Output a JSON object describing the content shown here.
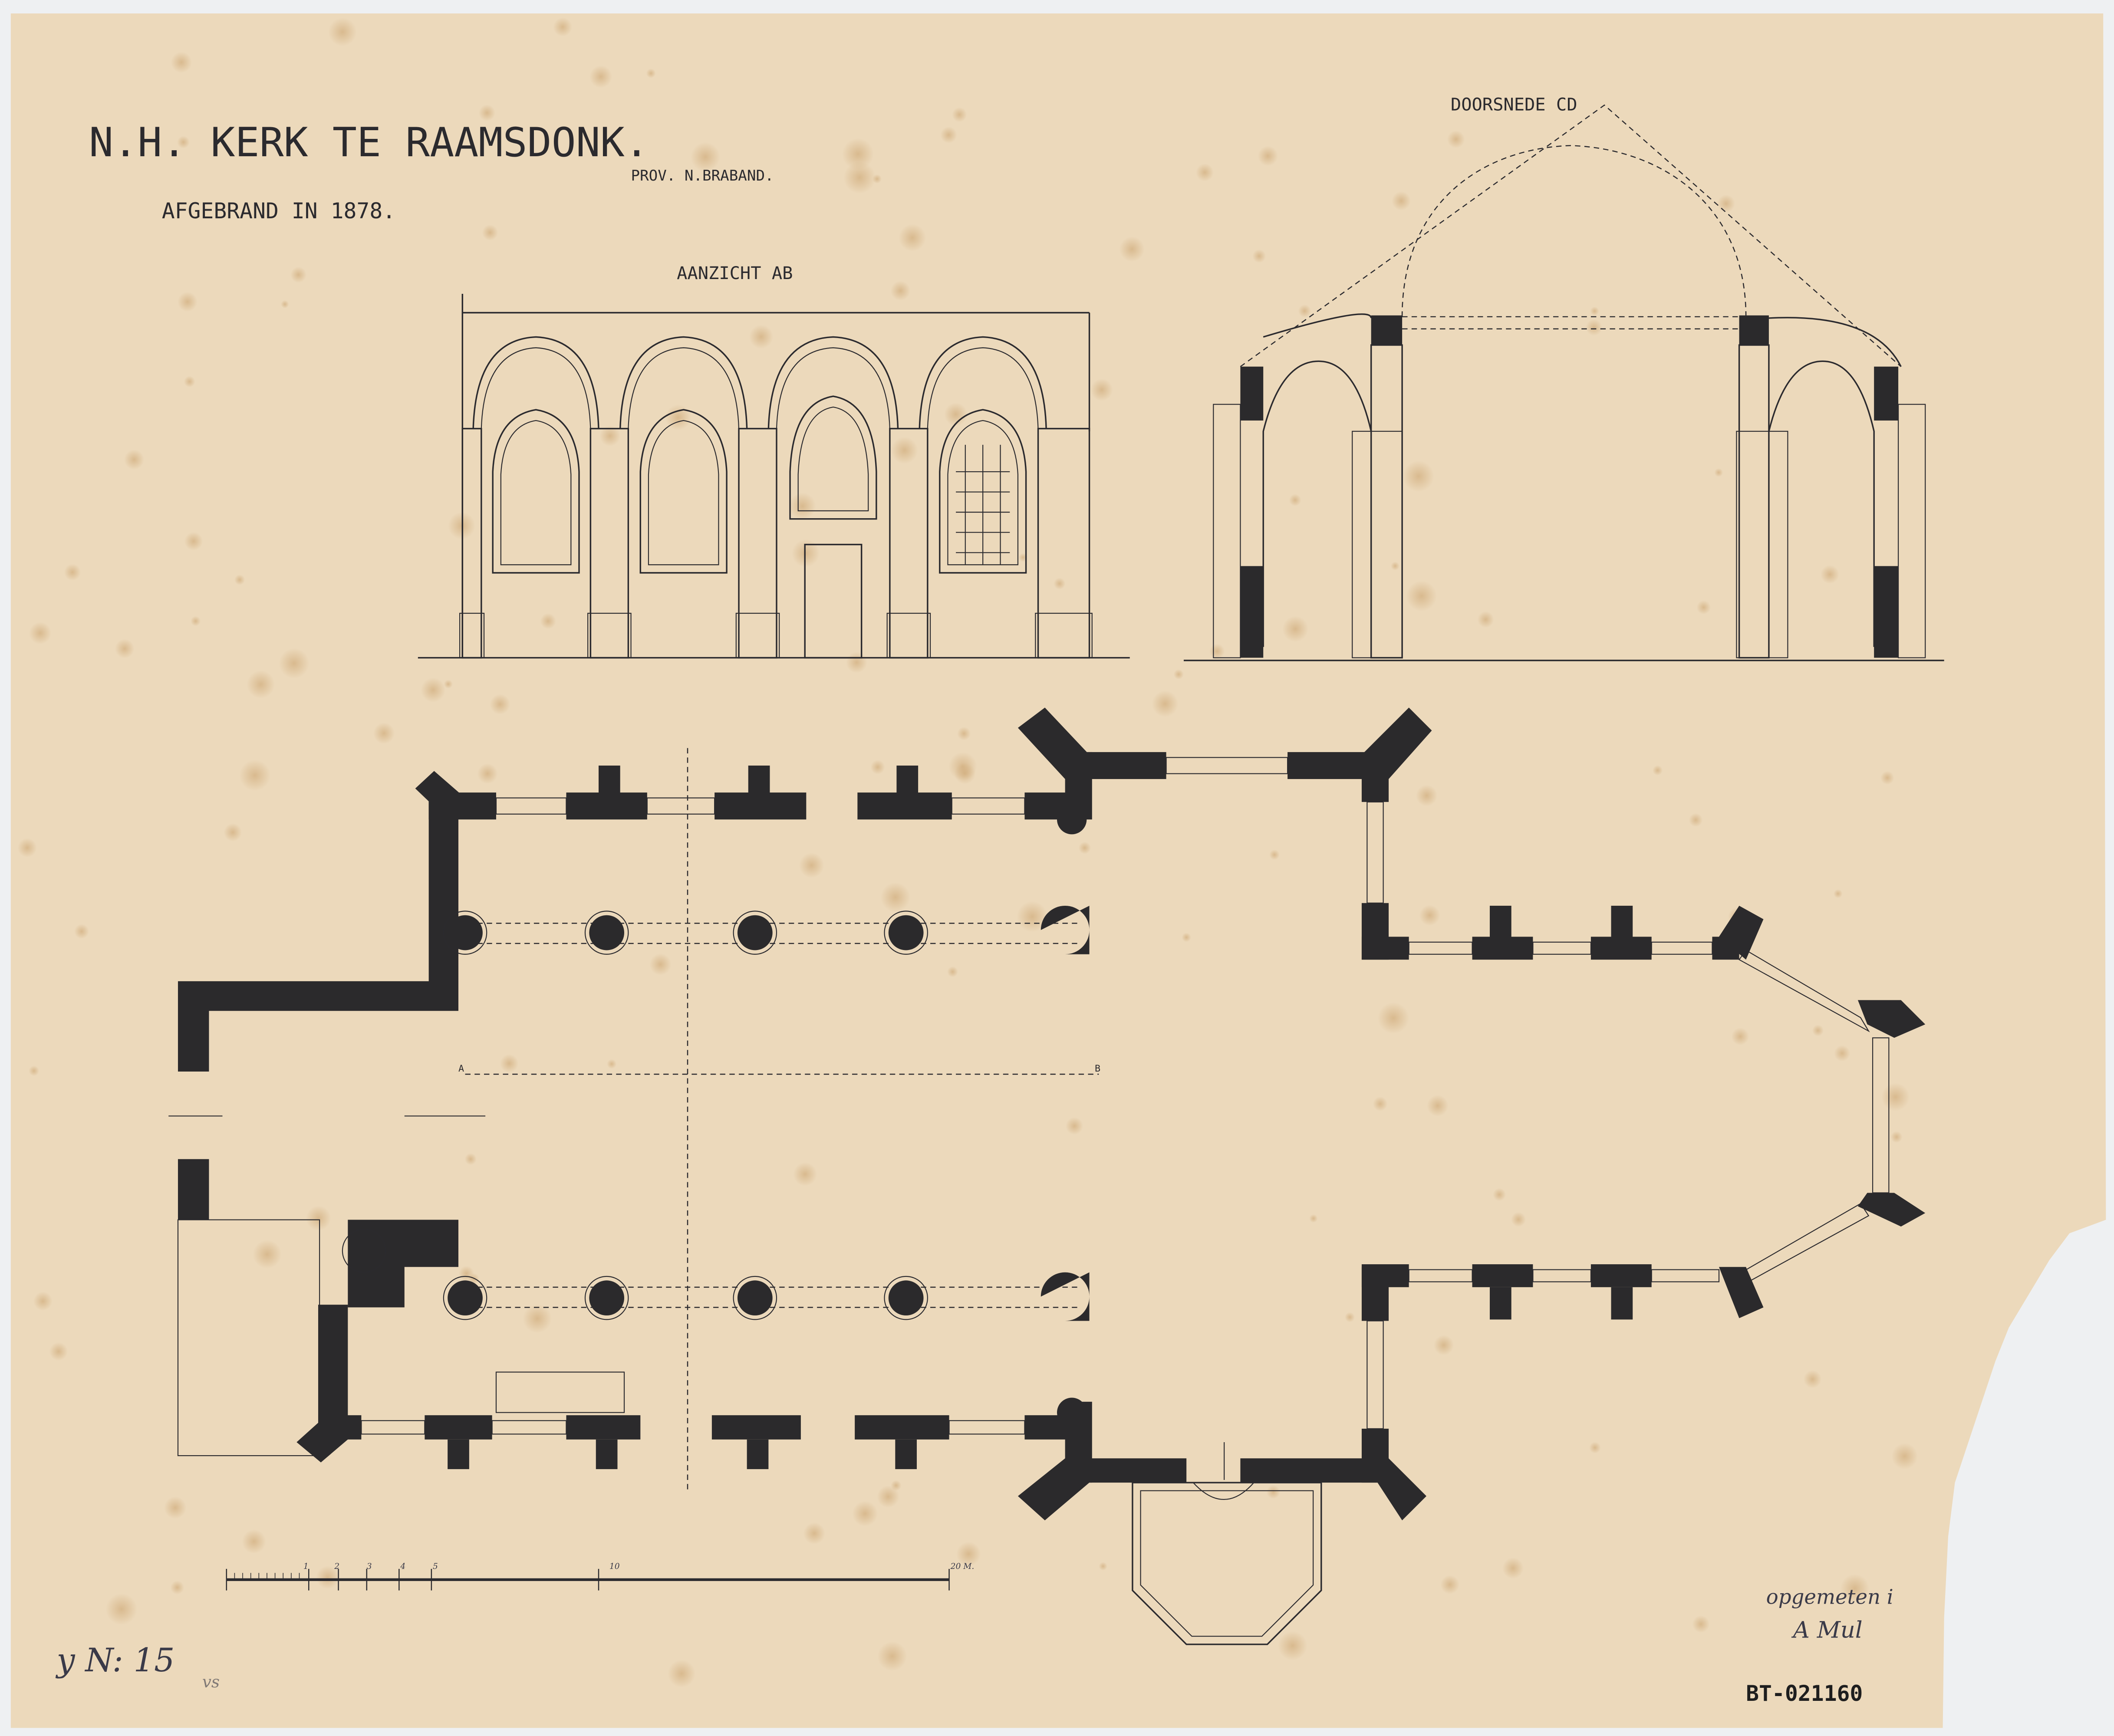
{
  "sheet": {
    "title": "N.H. KERK TE RAAMSDONK.",
    "province": "PROV. N.BRABAND.",
    "subtitle": "AFGEBRAND IN 1878.",
    "elevation_label": "AANZICHT AB",
    "section_label": "DOORSNEDE CD",
    "section_marks": {
      "a": "A",
      "b": "B"
    },
    "scale_bar": {
      "ticks": [
        "1",
        "2",
        "3",
        "4",
        "5",
        "10",
        "20 M."
      ]
    },
    "inventory_note": "y N: 15",
    "inventory_initials": "vs",
    "surveyed_note": "opgemeten i",
    "signature": "A Mul",
    "archive_stamp": "BT-021160"
  },
  "colors": {
    "paper": "#ecd9bb",
    "ink": "#2b2a2e",
    "background": "#eef0f2"
  }
}
